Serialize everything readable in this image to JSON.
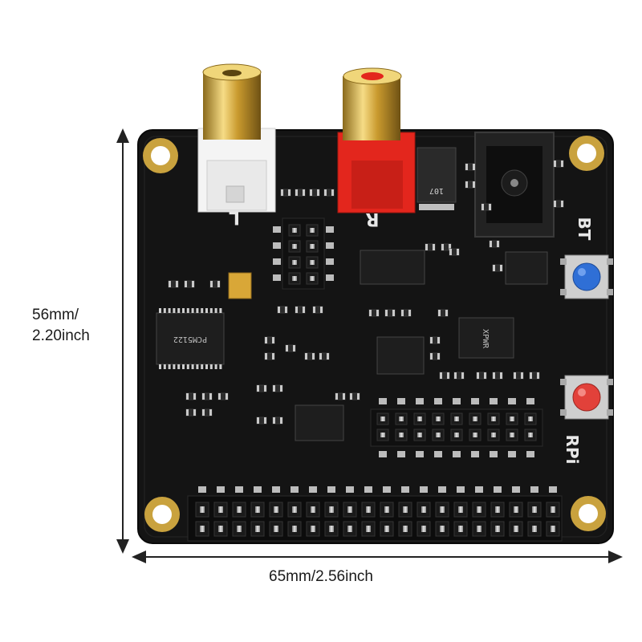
{
  "dimensions": {
    "height_line1": "56mm/",
    "height_line2": "2.20inch",
    "width": "65mm/2.56inch"
  },
  "board_labels": {
    "left": "L",
    "right": "R",
    "bt": "BT",
    "rpi": "RPi",
    "dac_chip": "PCM5122",
    "power_chip": "XPWR"
  },
  "colors": {
    "board": "#141414",
    "gold": "#d9b24a",
    "rca_left": "#f4f4f4",
    "rca_right": "#e3261d",
    "button_blue": "#2f6fd6",
    "button_red": "#e2413a"
  }
}
